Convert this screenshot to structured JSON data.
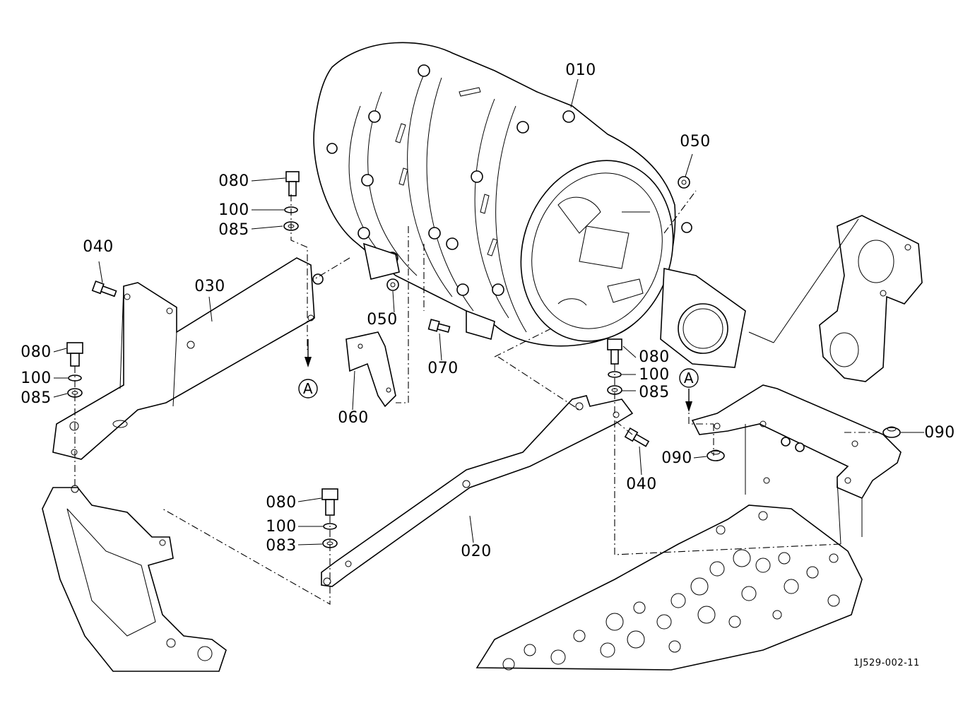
{
  "labels": {
    "p010": "010",
    "p020": "020",
    "p030": "030",
    "p040_left": "040",
    "p040_right": "040",
    "p050_top": "050",
    "p050_mid": "050",
    "p060": "060",
    "p070": "070",
    "p080_top": "080",
    "p080_left": "080",
    "p080_right": "080",
    "p080_bottom": "080",
    "p083": "083",
    "p085_top": "085",
    "p085_left": "085",
    "p085_right": "085",
    "p090_left": "090",
    "p090_right": "090",
    "p100_top": "100",
    "p100_left": "100",
    "p100_right": "100",
    "p100_bottom": "100"
  },
  "callouts": {
    "a_left": "A",
    "a_right": "A"
  },
  "figure_code": "1J529-002-11"
}
